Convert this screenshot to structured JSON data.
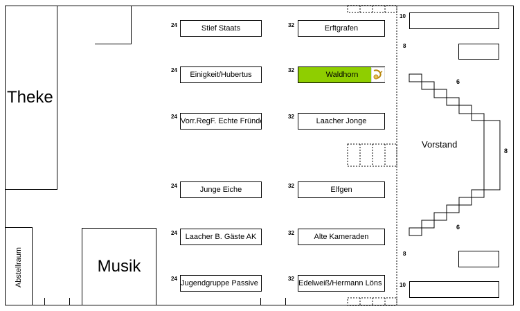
{
  "room": {
    "theke_label": "Theke",
    "musik_label": "Musik",
    "abstellraum_label": "Abstellraum",
    "vorstand_label": "Vorstand",
    "side_numbers": {
      "top_right_1": "10",
      "top_right_2": "8",
      "upper_stair": "6",
      "vorstand_side": "8",
      "lower_stair": "6",
      "bottom_right_2": "8",
      "bottom_right_1": "10"
    }
  },
  "tables_left": [
    {
      "seats": "24",
      "name": "Stief Staats"
    },
    {
      "seats": "24",
      "name": "Einigkeit/Hubertus"
    },
    {
      "seats": "24",
      "name": "Vorr.RegF. Echte Fründe"
    },
    {
      "seats": "24",
      "name": "Junge Eiche"
    },
    {
      "seats": "24",
      "name": "Laacher B. Gäste AK"
    },
    {
      "seats": "24",
      "name": "Jugendgruppe Passive"
    }
  ],
  "tables_right": [
    {
      "seats": "32",
      "name": "Erftgrafen"
    },
    {
      "seats": "32",
      "name": "Waldhorn",
      "selected": true
    },
    {
      "seats": "32",
      "name": "Laacher Jonge"
    },
    {
      "seats": "32",
      "name": "Elfgen"
    },
    {
      "seats": "32",
      "name": "Alte Kameraden"
    },
    {
      "seats": "32",
      "name": "Edelweiß/Hermann Löns"
    }
  ],
  "colors": {
    "selected_fill": "#8fce00",
    "line": "#000000"
  },
  "icons": {
    "selected_marker": "horn-icon"
  }
}
